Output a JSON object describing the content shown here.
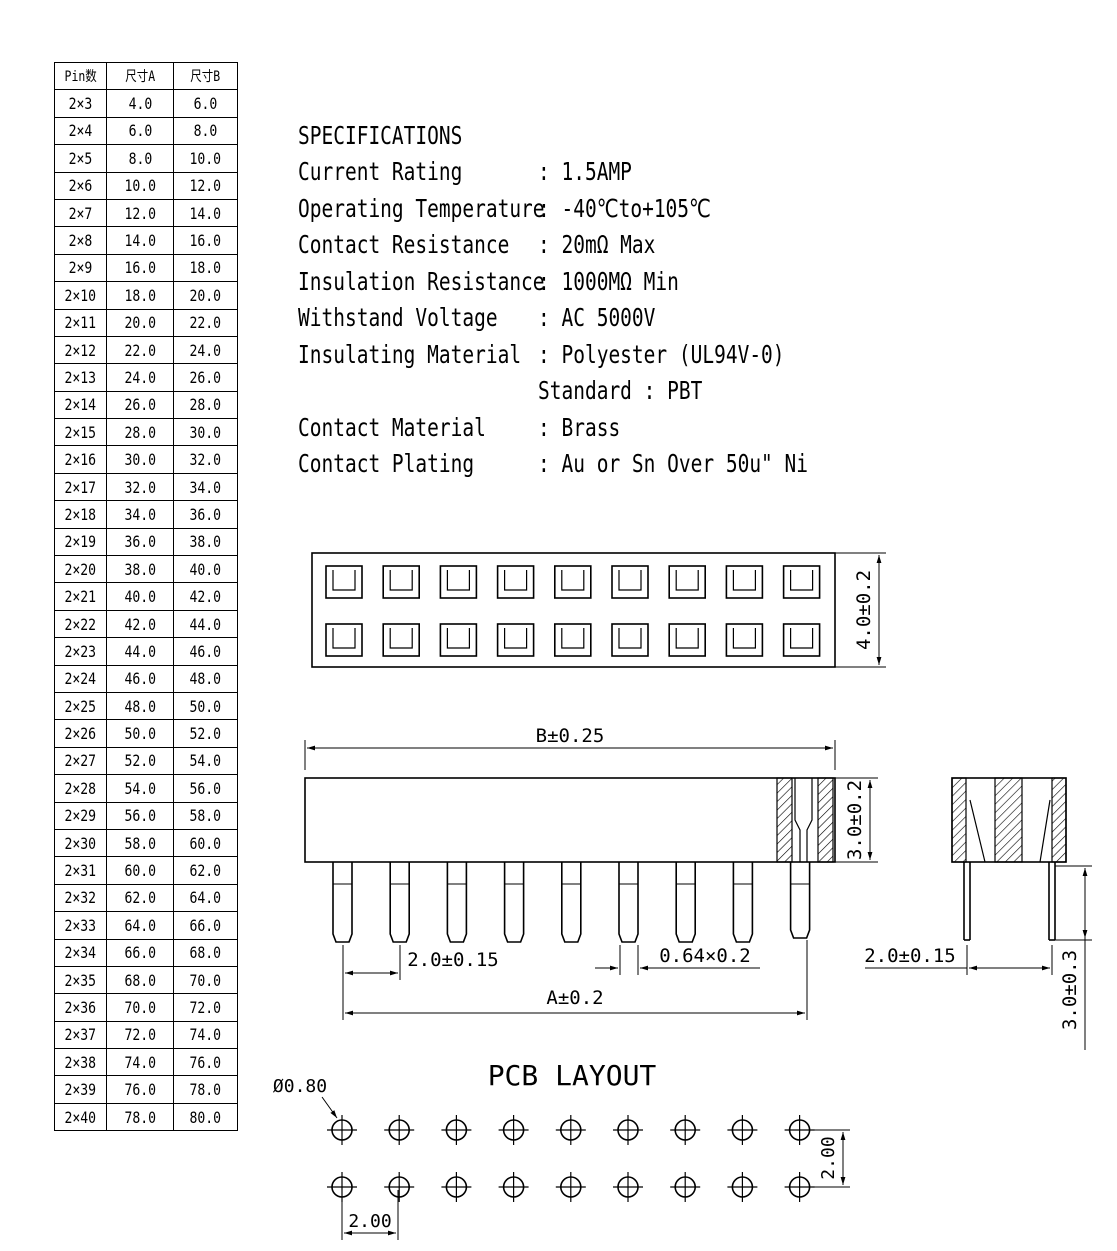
{
  "table": {
    "headers": [
      "Pin数",
      "尺寸A",
      "尺寸B"
    ],
    "rows": [
      [
        "2×3",
        "4.0",
        "6.0"
      ],
      [
        "2×4",
        "6.0",
        "8.0"
      ],
      [
        "2×5",
        "8.0",
        "10.0"
      ],
      [
        "2×6",
        "10.0",
        "12.0"
      ],
      [
        "2×7",
        "12.0",
        "14.0"
      ],
      [
        "2×8",
        "14.0",
        "16.0"
      ],
      [
        "2×9",
        "16.0",
        "18.0"
      ],
      [
        "2×10",
        "18.0",
        "20.0"
      ],
      [
        "2×11",
        "20.0",
        "22.0"
      ],
      [
        "2×12",
        "22.0",
        "24.0"
      ],
      [
        "2×13",
        "24.0",
        "26.0"
      ],
      [
        "2×14",
        "26.0",
        "28.0"
      ],
      [
        "2×15",
        "28.0",
        "30.0"
      ],
      [
        "2×16",
        "30.0",
        "32.0"
      ],
      [
        "2×17",
        "32.0",
        "34.0"
      ],
      [
        "2×18",
        "34.0",
        "36.0"
      ],
      [
        "2×19",
        "36.0",
        "38.0"
      ],
      [
        "2×20",
        "38.0",
        "40.0"
      ],
      [
        "2×21",
        "40.0",
        "42.0"
      ],
      [
        "2×22",
        "42.0",
        "44.0"
      ],
      [
        "2×23",
        "44.0",
        "46.0"
      ],
      [
        "2×24",
        "46.0",
        "48.0"
      ],
      [
        "2×25",
        "48.0",
        "50.0"
      ],
      [
        "2×26",
        "50.0",
        "52.0"
      ],
      [
        "2×27",
        "52.0",
        "54.0"
      ],
      [
        "2×28",
        "54.0",
        "56.0"
      ],
      [
        "2×29",
        "56.0",
        "58.0"
      ],
      [
        "2×30",
        "58.0",
        "60.0"
      ],
      [
        "2×31",
        "60.0",
        "62.0"
      ],
      [
        "2×32",
        "62.0",
        "64.0"
      ],
      [
        "2×33",
        "64.0",
        "66.0"
      ],
      [
        "2×34",
        "66.0",
        "68.0"
      ],
      [
        "2×35",
        "68.0",
        "70.0"
      ],
      [
        "2×36",
        "70.0",
        "72.0"
      ],
      [
        "2×37",
        "72.0",
        "74.0"
      ],
      [
        "2×38",
        "74.0",
        "76.0"
      ],
      [
        "2×39",
        "76.0",
        "78.0"
      ],
      [
        "2×40",
        "78.0",
        "80.0"
      ]
    ]
  },
  "specs": {
    "title": "SPECIFICATIONS",
    "items": [
      {
        "label": "Current Rating",
        "value": ": 1.5AMP"
      },
      {
        "label": "Operating Temperature",
        "value": ": -40℃to+105℃"
      },
      {
        "label": "Contact Resistance",
        "value": ": 20mΩ Max"
      },
      {
        "label": "Insulation Resistance",
        "value": ": 1000MΩ Min"
      },
      {
        "label": "Withstand Voltage",
        "value": ": AC 5000V"
      },
      {
        "label": "Insulating Material",
        "value": ": Polyester (UL94V-0)"
      },
      {
        "label": "",
        "value": "  Standard : PBT"
      },
      {
        "label": "Contact Material",
        "value": ": Brass"
      },
      {
        "label": "Contact Plating",
        "value": ": Au or Sn Over 50u\" Ni"
      }
    ]
  },
  "dimensions": {
    "top_height": "4.0±0.2",
    "body_length": "B±0.25",
    "body_height": "3.0±0.2",
    "pitch": "2.0±0.15",
    "pin_size": "0.64×0.2",
    "pin_span": "A±0.2",
    "side_pitch": "2.0±0.15",
    "side_tail": "3.0±0.3"
  },
  "pcb": {
    "title": "PCB LAYOUT",
    "hole_dia": "Ø0.80",
    "row_pitch": "2.00",
    "col_pitch": "2.00"
  }
}
